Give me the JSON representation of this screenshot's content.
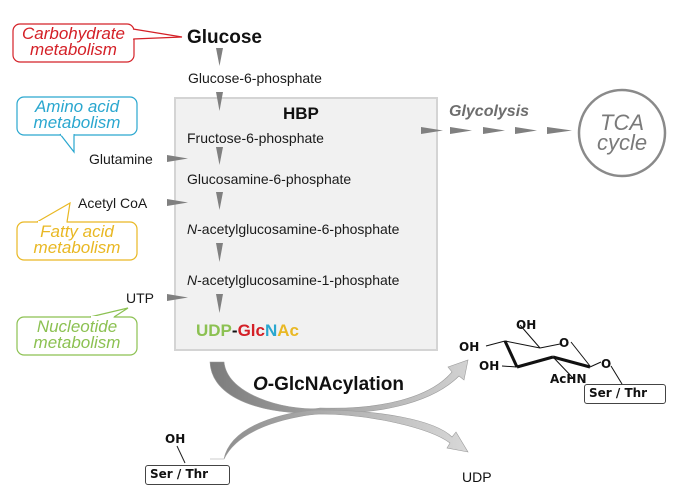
{
  "colors": {
    "carbohydrate": "#d42027",
    "amino_acid": "#2aa7cf",
    "fatty_acid": "#e9b824",
    "nucleotide": "#8cc152",
    "arrow_gray": "#808080",
    "box_fill": "#f1f1f1",
    "box_border": "#d4d4d4"
  },
  "callouts": {
    "carbohydrate": {
      "line1": "Carbohydrate",
      "line2": "metabolism"
    },
    "amino_acid": {
      "line1": "Amino acid",
      "line2": "metabolism"
    },
    "fatty_acid": {
      "line1": "Fatty acid",
      "line2": "metabolism"
    },
    "nucleotide": {
      "line1": "Nucleotide",
      "line2": "metabolism"
    }
  },
  "pathway": {
    "glucose": "Glucose",
    "glucose_6_phosphate": "Glucose-6-phosphate",
    "hbp_title": "HBP",
    "fructose_6_phosphate": "Fructose-6-phosphate",
    "glucosamine_6_phosphate": "Glucosamine-6-phosphate",
    "glcnac_6_phosphate": {
      "prefix": "N",
      "rest": "-acetylglucosamine-6-phosphate"
    },
    "glcnac_1_phosphate": {
      "prefix": "N",
      "rest": "-acetylglucosamine-1-phosphate"
    },
    "udp_glcnac": {
      "udp": "UDP",
      "dash": "-",
      "glc": "Glc",
      "n": "N",
      "ac": "Ac"
    }
  },
  "inputs": {
    "glutamine": "Glutamine",
    "acetyl_coa": "Acetyl CoA",
    "utp": "UTP"
  },
  "glycolysis": {
    "label": "Glycolysis",
    "tca_line1": "TCA",
    "tca_line2": "cycle"
  },
  "reaction": {
    "label_prefix": "O",
    "label_rest": "-GlcNAcylation",
    "substrate_oh": "OH",
    "substrate_residue": "Ser / Thr",
    "byproduct": "UDP"
  },
  "product_structure": {
    "oh_top": "OH",
    "oh_left": "OH",
    "oh_mid": "OH",
    "ring_o": "O",
    "glycosidic_o": "O",
    "achn": "AcHN",
    "residue": "Ser / Thr"
  }
}
